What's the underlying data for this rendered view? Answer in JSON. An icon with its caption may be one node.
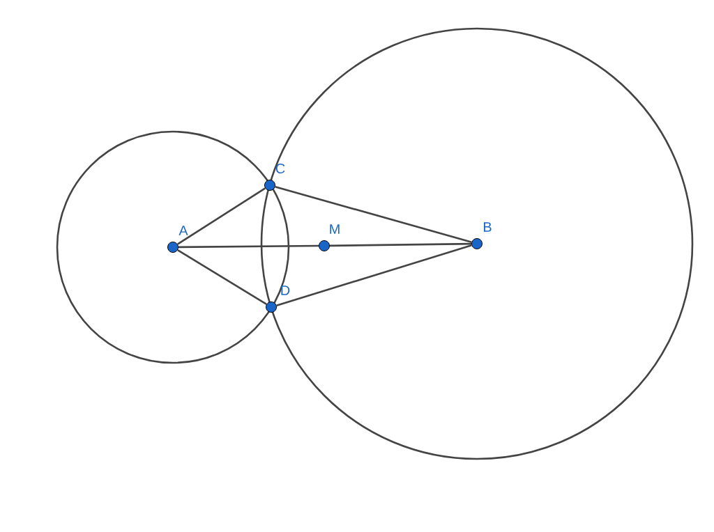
{
  "diagram": {
    "nodes": [
      {
        "text": [
          "A"
        ]
      },
      {
        "text": [
          "C"
        ]
      },
      {
        "text": [
          "M"
        ]
      },
      {
        "text": [
          "B"
        ]
      },
      {
        "text": [
          "D"
        ]
      }
    ],
    "edges": [
      {
        "from": 0,
        "to": 1,
        "arrow": "none"
      },
      {
        "from": 0,
        "to": 4,
        "arrow": "none"
      },
      {
        "from": 0,
        "to": 2,
        "arrow": "none"
      },
      {
        "from": 2,
        "to": 3,
        "arrow": "none"
      },
      {
        "from": 1,
        "to": 3,
        "arrow": "none"
      },
      {
        "from": 4,
        "to": 3,
        "arrow": "none"
      }
    ]
  }
}
